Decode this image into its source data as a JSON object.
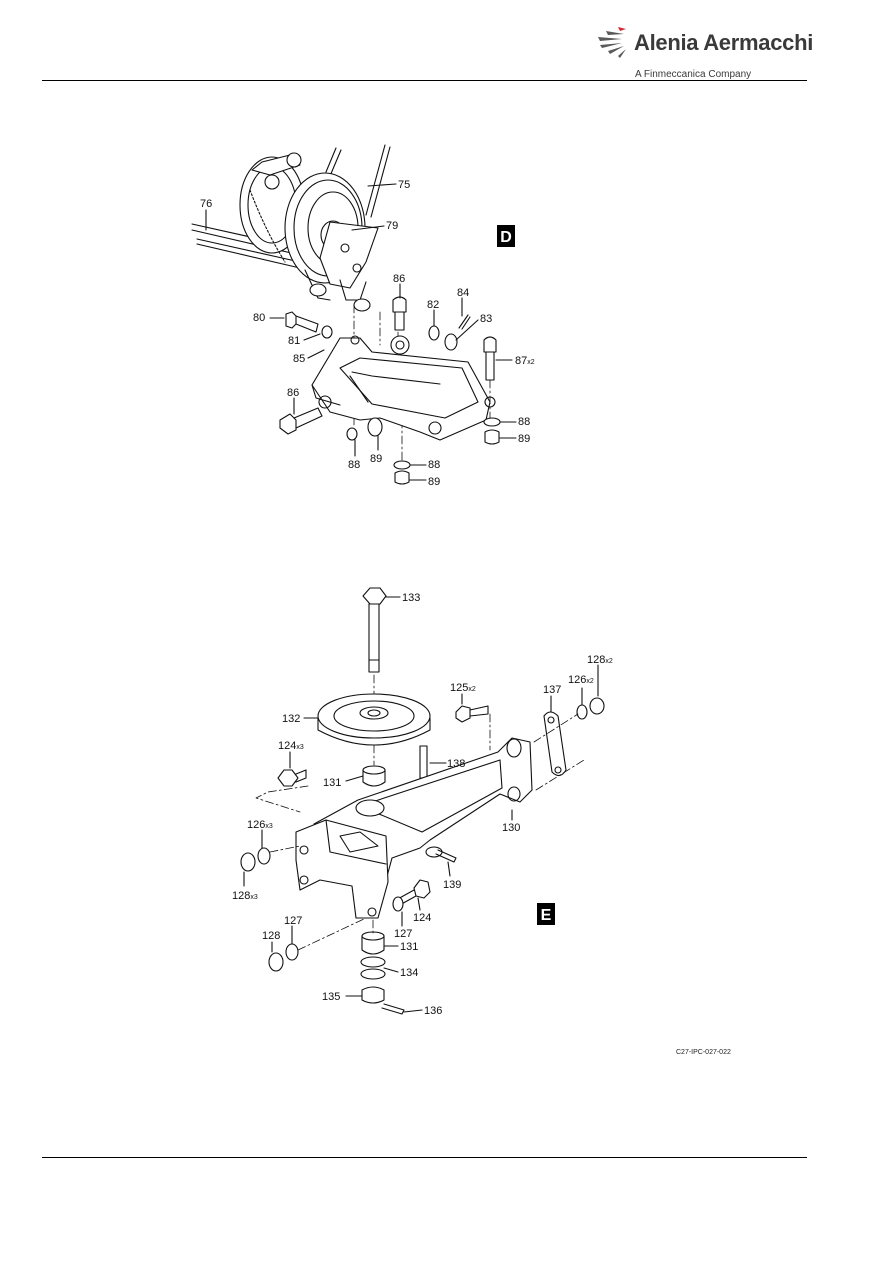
{
  "header": {
    "brand_name": "Alenia Aermacchi",
    "brand_sub": "A Finmeccanica Company",
    "logo_color": "#d8262e"
  },
  "view_d": {
    "view_letter": "D",
    "callouts": [
      {
        "id": "c75",
        "text": "75"
      },
      {
        "id": "c76",
        "text": "76"
      },
      {
        "id": "c79",
        "text": "79"
      },
      {
        "id": "c86a",
        "text": "86"
      },
      {
        "id": "c84",
        "text": "84"
      },
      {
        "id": "c82",
        "text": "82"
      },
      {
        "id": "c83",
        "text": "83"
      },
      {
        "id": "c80",
        "text": "80"
      },
      {
        "id": "c81",
        "text": "81"
      },
      {
        "id": "c85",
        "text": "85"
      },
      {
        "id": "c87",
        "text": "87",
        "suffix": "x2"
      },
      {
        "id": "c86b",
        "text": "86"
      },
      {
        "id": "c88a",
        "text": "88"
      },
      {
        "id": "c89a",
        "text": "89"
      },
      {
        "id": "c88b",
        "text": "88"
      },
      {
        "id": "c89b",
        "text": "89"
      },
      {
        "id": "c88c",
        "text": "88"
      },
      {
        "id": "c89c",
        "text": "89"
      }
    ]
  },
  "view_e": {
    "view_letter": "E",
    "callouts": [
      {
        "id": "c133",
        "text": "133"
      },
      {
        "id": "c128a",
        "text": "128",
        "suffix": "x2"
      },
      {
        "id": "c125",
        "text": "125",
        "suffix": "x2"
      },
      {
        "id": "c137",
        "text": "137"
      },
      {
        "id": "c126a",
        "text": "126",
        "suffix": "x2"
      },
      {
        "id": "c132",
        "text": "132"
      },
      {
        "id": "c124a",
        "text": "124",
        "suffix": "x3"
      },
      {
        "id": "c138",
        "text": "138"
      },
      {
        "id": "c131a",
        "text": "131"
      },
      {
        "id": "c130",
        "text": "130"
      },
      {
        "id": "c126b",
        "text": "126",
        "suffix": "x3"
      },
      {
        "id": "c139",
        "text": "139"
      },
      {
        "id": "c128b",
        "text": "128",
        "suffix": "x3"
      },
      {
        "id": "c127a",
        "text": "127"
      },
      {
        "id": "c124b",
        "text": "124"
      },
      {
        "id": "c127b",
        "text": "127"
      },
      {
        "id": "c128c",
        "text": "128"
      },
      {
        "id": "c131b",
        "text": "131"
      },
      {
        "id": "c134",
        "text": "134"
      },
      {
        "id": "c135",
        "text": "135"
      },
      {
        "id": "c136",
        "text": "136"
      }
    ]
  },
  "figure_id": "C27-IPC-027-022"
}
